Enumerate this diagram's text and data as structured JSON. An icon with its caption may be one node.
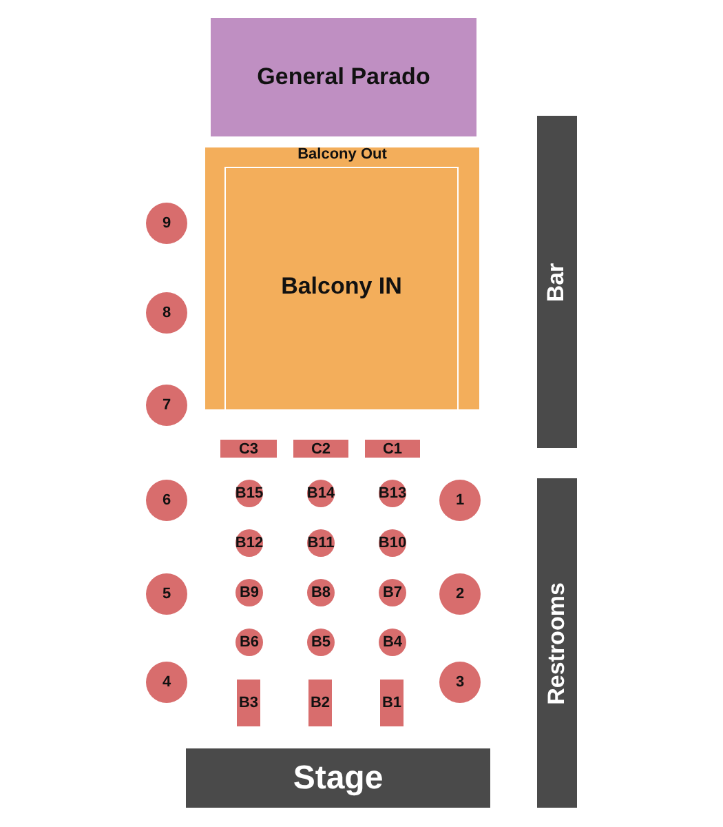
{
  "diagram": {
    "nodes": [
      {
        "text": [
          "General Parado"
        ]
      },
      {
        "text": [
          "Balcony Out"
        ]
      },
      {
        "text": [
          "Balcony IN"
        ],
        "in": 1
      },
      {
        "text": [
          "Bar"
        ]
      },
      {
        "text": [
          "9"
        ]
      },
      {
        "text": [
          "8"
        ]
      },
      {
        "text": [
          "7"
        ]
      },
      {
        "text": [
          "C3"
        ]
      },
      {
        "text": [
          "C2"
        ]
      },
      {
        "text": [
          "C1"
        ]
      },
      {
        "text": [
          "6"
        ]
      },
      {
        "text": [
          "B15"
        ]
      },
      {
        "text": [
          "B14"
        ]
      },
      {
        "text": [
          "B13"
        ]
      },
      {
        "text": [
          "1"
        ]
      },
      {
        "text": [
          "Restrooms"
        ]
      },
      {
        "text": [
          "B12"
        ]
      },
      {
        "text": [
          "B11"
        ]
      },
      {
        "text": [
          "B10"
        ]
      },
      {
        "text": [
          "5"
        ]
      },
      {
        "text": [
          "B9"
        ]
      },
      {
        "text": [
          "B8"
        ]
      },
      {
        "text": [
          "B7"
        ]
      },
      {
        "text": [
          "2"
        ]
      },
      {
        "text": [
          "B6"
        ]
      },
      {
        "text": [
          "B5"
        ]
      },
      {
        "text": [
          "B4"
        ]
      },
      {
        "text": [
          "4"
        ]
      },
      {
        "text": [
          "B3"
        ]
      },
      {
        "text": [
          "B2"
        ]
      },
      {
        "text": [
          "B1"
        ]
      },
      {
        "text": [
          "3"
        ]
      },
      {
        "text": [
          "Stage"
        ]
      }
    ]
  }
}
